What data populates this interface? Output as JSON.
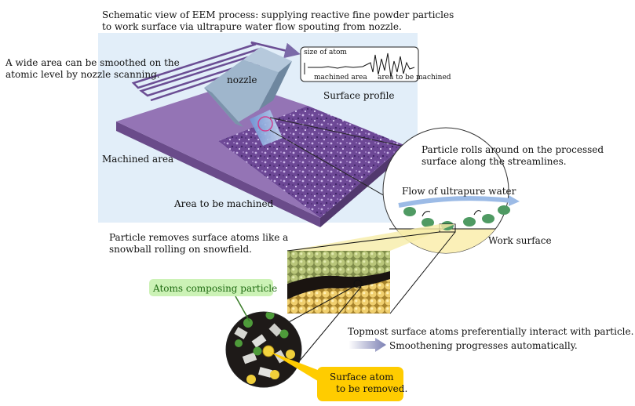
{
  "title_line1": "Schematic view of EEM process: supplying reactive fine powder particles",
  "title_line2": "to work surface via ultrapure water flow spouting from nozzle.",
  "wide_area_line1": "A wide area can be smoothed on the",
  "wide_area_line2": "atomic level by nozzle scanning.",
  "nozzle": "nozzle",
  "size_of_atom": "size of atom",
  "machined_area_small": "machined area",
  "area_to_be_machined_small": "area to be machined",
  "surface_profile": "Surface profile",
  "machined_area": "Machined area",
  "area_to_be_machined": "Area to be machined",
  "particle_rolls_line1": "Particle rolls around on the processed",
  "particle_rolls_line2": "surface along the streamlines.",
  "flow_label": "Flow of ultrapure water",
  "work_surface": "Work surface",
  "snowball_line1": "Particle removes surface atoms like a",
  "snowball_line2": "snowball rolling on snowfield.",
  "atoms_composing": "Atoms composing particle",
  "topmost": "Topmost surface atoms preferentially interact with particle.",
  "smoothening": "Smoothening progresses automatically.",
  "surface_atom_line1": "Surface atom",
  "surface_atom_line2": "to be removed.",
  "colors": {
    "panel_bg": "#e2eef9",
    "machined": "#9474b5",
    "unmachined": "#6d4896",
    "nozzle": "#8aa4bd",
    "water_arrow": "#8fb2e0",
    "particle": "#4f9a63",
    "work_surface": "#fbf0b8",
    "callout_green": "#ccf2b6",
    "callout_yellow": "#ffcc00",
    "surface_atoms": "#e6c76a",
    "particle_atoms": "#a8b86a"
  }
}
